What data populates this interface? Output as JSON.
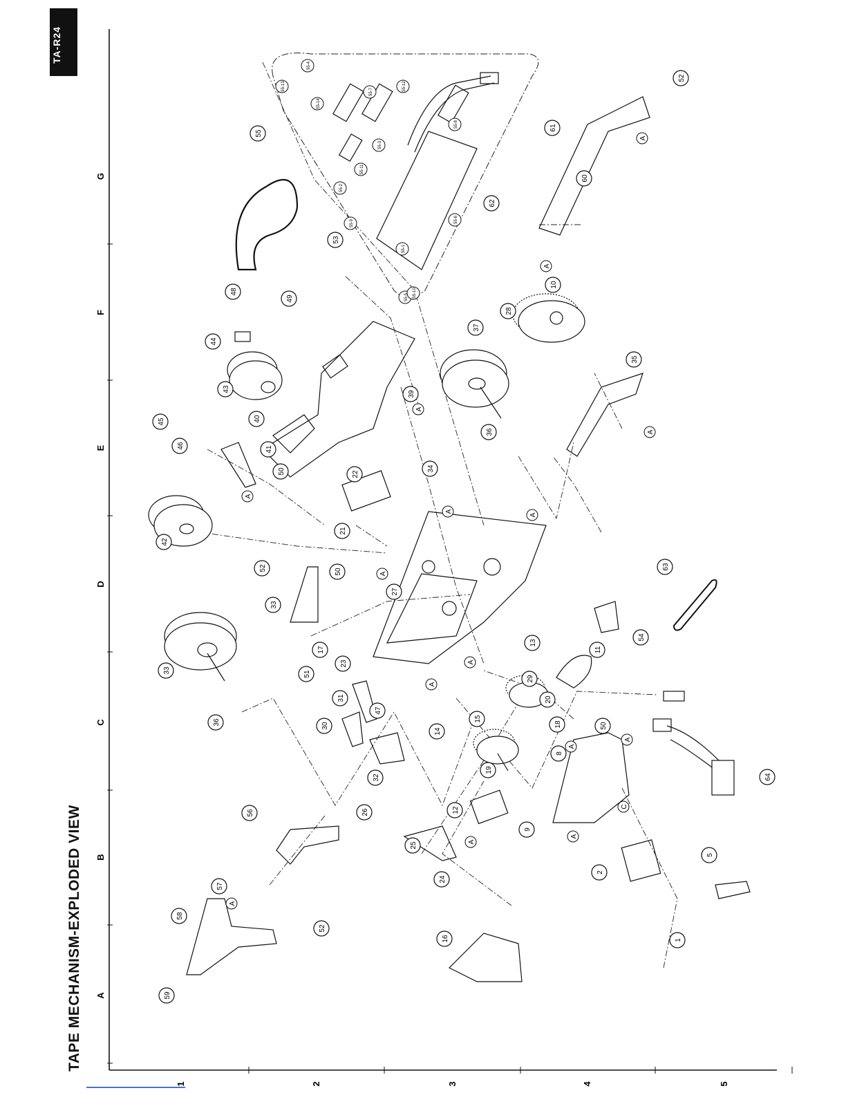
{
  "page": {
    "model_tag": "TA-R24",
    "title": "TAPE MECHANISM-EXPLODED VIEW"
  },
  "grid": {
    "columns": [
      "A",
      "B",
      "C",
      "D",
      "E",
      "F",
      "G"
    ],
    "rows": [
      "1",
      "2",
      "3",
      "4",
      "5"
    ]
  },
  "callouts": [
    {
      "id": "i1",
      "label": "1"
    },
    {
      "id": "i2",
      "label": "2"
    },
    {
      "id": "i5",
      "label": "5"
    },
    {
      "id": "i8",
      "label": "8"
    },
    {
      "id": "i9",
      "label": "9"
    },
    {
      "id": "i10",
      "label": "10"
    },
    {
      "id": "i11",
      "label": "11"
    },
    {
      "id": "i12",
      "label": "12"
    },
    {
      "id": "i13",
      "label": "13"
    },
    {
      "id": "i14",
      "label": "14"
    },
    {
      "id": "i15",
      "label": "15"
    },
    {
      "id": "i16",
      "label": "16"
    },
    {
      "id": "i17",
      "label": "17"
    },
    {
      "id": "i18",
      "label": "18"
    },
    {
      "id": "i19",
      "label": "19"
    },
    {
      "id": "i20",
      "label": "20"
    },
    {
      "id": "i21",
      "label": "21"
    },
    {
      "id": "i22",
      "label": "22"
    },
    {
      "id": "i23",
      "label": "23"
    },
    {
      "id": "i24",
      "label": "24"
    },
    {
      "id": "i25",
      "label": "25"
    },
    {
      "id": "i26",
      "label": "26"
    },
    {
      "id": "i27",
      "label": "27"
    },
    {
      "id": "i28",
      "label": "28"
    },
    {
      "id": "i29",
      "label": "29"
    },
    {
      "id": "i30",
      "label": "30"
    },
    {
      "id": "i31",
      "label": "31"
    },
    {
      "id": "i32",
      "label": "32"
    },
    {
      "id": "i33",
      "label": "33"
    },
    {
      "id": "i33b",
      "label": "33"
    },
    {
      "id": "i34",
      "label": "34"
    },
    {
      "id": "i35",
      "label": "35"
    },
    {
      "id": "i36a",
      "label": "36"
    },
    {
      "id": "i36b",
      "label": "36"
    },
    {
      "id": "i37",
      "label": "37"
    },
    {
      "id": "i39",
      "label": "39"
    },
    {
      "id": "i40",
      "label": "40"
    },
    {
      "id": "i41",
      "label": "41"
    },
    {
      "id": "i42",
      "label": "42"
    },
    {
      "id": "i43",
      "label": "43"
    },
    {
      "id": "i44",
      "label": "44"
    },
    {
      "id": "i45",
      "label": "45"
    },
    {
      "id": "i46",
      "label": "46"
    },
    {
      "id": "i47",
      "label": "47"
    },
    {
      "id": "i48",
      "label": "48"
    },
    {
      "id": "i49",
      "label": "49"
    },
    {
      "id": "i50a",
      "label": "50"
    },
    {
      "id": "i50b",
      "label": "50"
    },
    {
      "id": "i50c",
      "label": "50"
    },
    {
      "id": "i51",
      "label": "51"
    },
    {
      "id": "i52a",
      "label": "52"
    },
    {
      "id": "i52b",
      "label": "52"
    },
    {
      "id": "i52c",
      "label": "52"
    },
    {
      "id": "i53",
      "label": "53"
    },
    {
      "id": "i54",
      "label": "54"
    },
    {
      "id": "i55",
      "label": "55"
    },
    {
      "id": "i56",
      "label": "56"
    },
    {
      "id": "i57",
      "label": "57"
    },
    {
      "id": "i58",
      "label": "58"
    },
    {
      "id": "i59",
      "label": "59"
    },
    {
      "id": "i60",
      "label": "60"
    },
    {
      "id": "i61",
      "label": "61"
    },
    {
      "id": "i62",
      "label": "62"
    },
    {
      "id": "i63",
      "label": "63"
    },
    {
      "id": "i64",
      "label": "64"
    }
  ],
  "pcb_callouts": [
    "55-1",
    "55-2",
    "55-3",
    "55-4",
    "55-5",
    "55-6",
    "55-7",
    "55-8",
    "55-9",
    "55-10",
    "55-11",
    "55-12",
    "55-13",
    "55-14"
  ],
  "refs": {
    "A": "A",
    "C": "C"
  }
}
